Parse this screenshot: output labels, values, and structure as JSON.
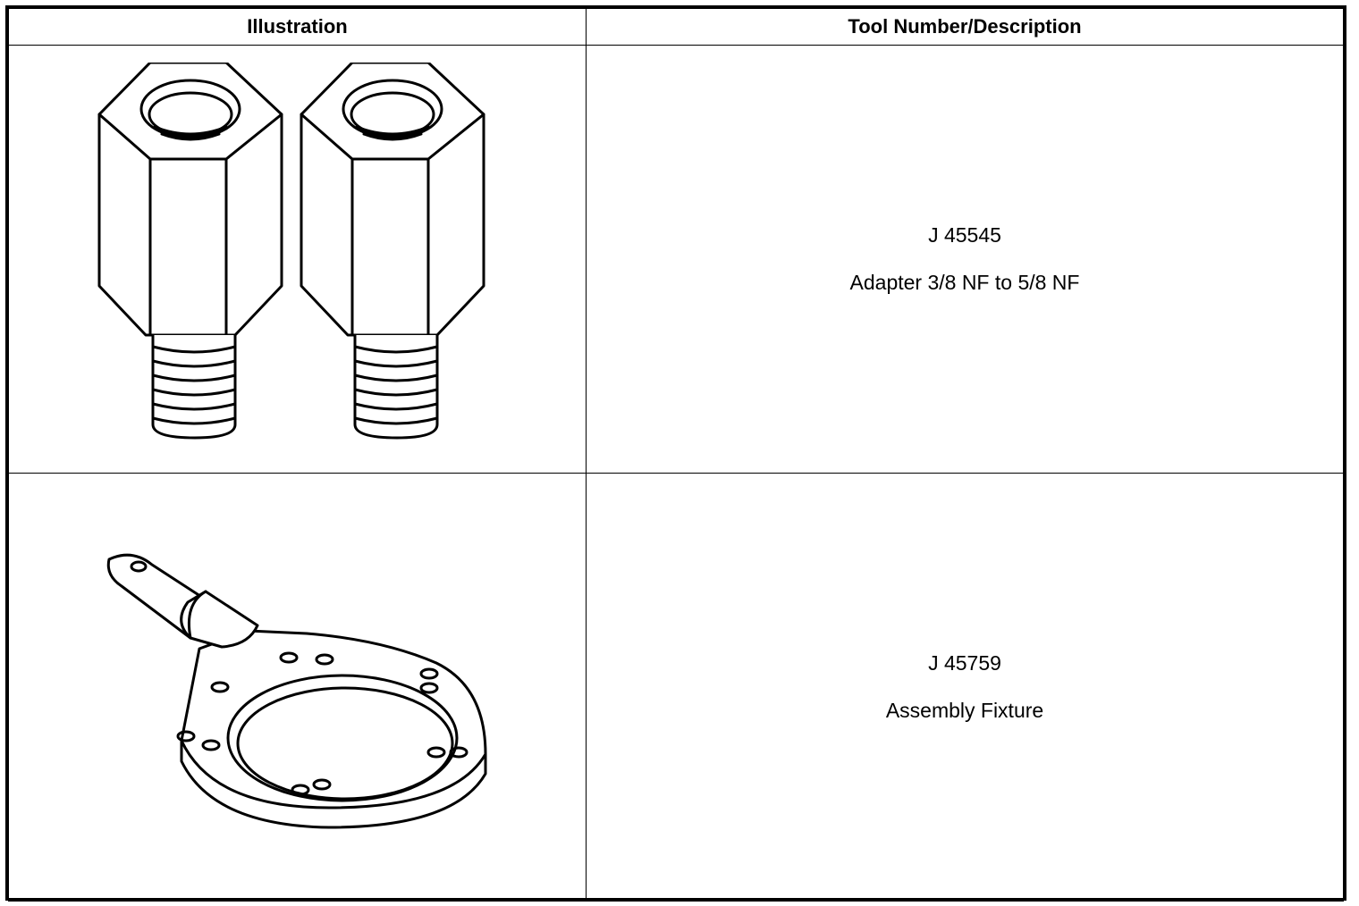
{
  "table": {
    "headers": {
      "illustration": "Illustration",
      "tool": "Tool Number/Description"
    },
    "rows": [
      {
        "illustration_icon": "threaded-hex-adapter-pair-icon",
        "tool_number": "J 45545",
        "description": "Adapter 3/8 NF to 5/8 NF"
      },
      {
        "illustration_icon": "assembly-fixture-plate-icon",
        "tool_number": "J 45759",
        "description": "Assembly Fixture"
      }
    ]
  }
}
